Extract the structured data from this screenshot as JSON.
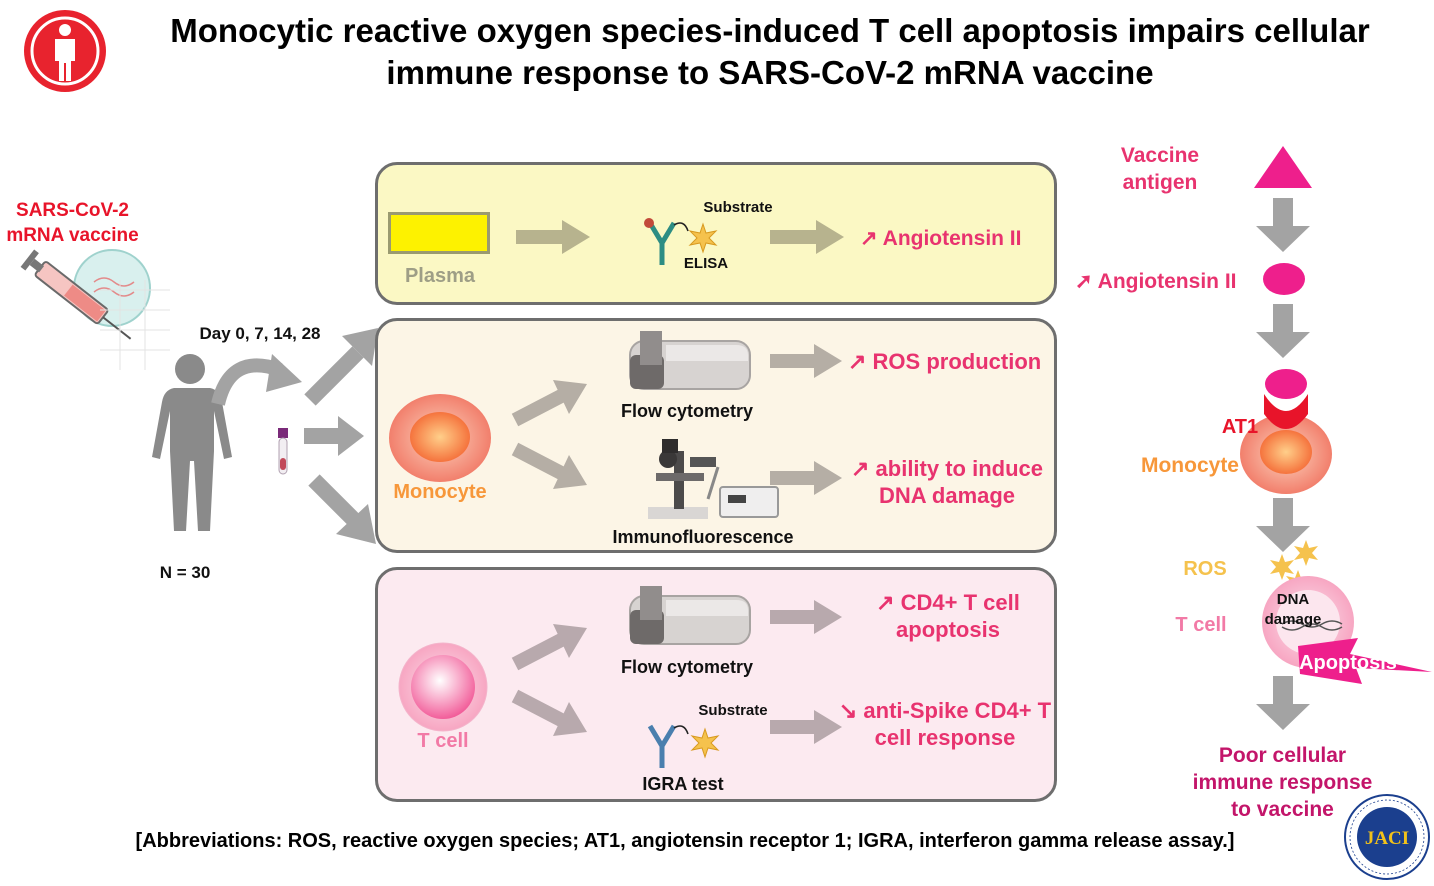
{
  "title": {
    "line1": "Monocytic reactive oxygen species-induced T cell apoptosis impairs cellular",
    "line2": "immune response to SARS-CoV-2 mRNA vaccine"
  },
  "left": {
    "vaccine_line1": "SARS-CoV-2",
    "vaccine_line2": "mRNA vaccine",
    "days": "Day 0, 7, 14, 28",
    "n": "N = 30"
  },
  "plasma_panel": {
    "sample": "Plasma",
    "substrate": "Substrate",
    "method": "ELISA",
    "result": "↗ Angiotensin II"
  },
  "monocyte_panel": {
    "cell": "Monocyte",
    "method1": "Flow cytometry",
    "result1": "↗ ROS production",
    "method2": "Immunofluorescence",
    "result2_line1": "↗ ability to induce",
    "result2_line2": "DNA damage"
  },
  "tcell_panel": {
    "cell": "T cell",
    "method1": "Flow cytometry",
    "result1_line1": "↗ CD4+ T cell",
    "result1_line2": "apoptosis",
    "substrate": "Substrate",
    "method2": "IGRA test",
    "result2_line1": "↘ anti-Spike CD4+ T",
    "result2_line2": "cell response"
  },
  "mechanism": {
    "vaccine_line1": "Vaccine",
    "vaccine_line2": "antigen",
    "angiotensin": "Angiotensin II",
    "at1": "AT1",
    "monocyte": "Monocyte",
    "ros": "ROS",
    "tcell": "T cell",
    "dna_line1": "DNA",
    "dna_line2": "damage",
    "apoptosis": "Apoptosis",
    "outcome_line1": "Poor cellular",
    "outcome_line2": "immune response",
    "outcome_line3": "to vaccine"
  },
  "footer": "[Abbreviations: ROS, reactive oxygen species; AT1, angiotensin receptor 1; IGRA, interferon gamma release assay.]",
  "logo": {
    "text": "JACI",
    "ring": "The Journal of Allergy & Clinical Immunology"
  },
  "colors": {
    "red": "#e8142a",
    "pink": "#e8336f",
    "magenta": "#ee1f8c",
    "monocyte_orange": "#f7973a",
    "tcell_pink": "#f27aa6",
    "ros_yellow": "#f5c24d",
    "plasma_panel_bg": "#fbf8c4",
    "monocyte_panel_bg": "#fcf5e6",
    "tcell_panel_bg": "#fceaf0",
    "arrow_gray": "#a3a3a3",
    "arrow_olive": "#b7b38e"
  },
  "icons": [
    "person-icon",
    "human-silhouette-icon",
    "syringe-icon",
    "blood-tube-icon",
    "antibody-icon",
    "star-substrate-icon",
    "flow-cytometer-icon",
    "microscope-icon",
    "vaccine-antigen-triangle-icon",
    "journal-logo-icon"
  ]
}
